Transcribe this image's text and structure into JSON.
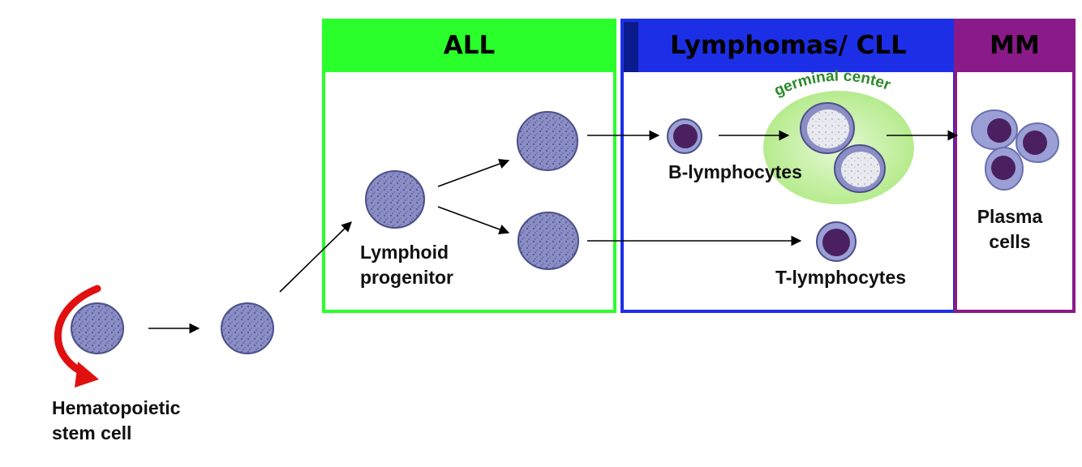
{
  "sections": {
    "all": {
      "title": "ALL",
      "color": "#2bff2b"
    },
    "lymphomas": {
      "title": "Lymphomas/ CLL",
      "color": "#1c2fe6",
      "accent": "#0b1a8c"
    },
    "mm": {
      "title": "MM",
      "color": "#8a1a8a"
    }
  },
  "labels": {
    "stem_cell": [
      "Hematopoietic",
      "stem cell"
    ],
    "lymphoid_progenitor": [
      "Lymphoid",
      "progenitor"
    ],
    "b_lymphocytes": "B-lymphocytes",
    "t_lymphocytes": "T-lymphocytes",
    "plasma_cells": [
      "Plasma",
      "cells"
    ],
    "germinal_center": "germinal center"
  },
  "colors": {
    "cell_fill": "#8a8ec4",
    "cell_stroke": "#4c4f8a",
    "dark_nucleus": "#4a2060",
    "germinal_fill": "#c8f0a8",
    "germinal_text": "#2a8a2a",
    "self_renewal_arrow": "#e01010"
  }
}
